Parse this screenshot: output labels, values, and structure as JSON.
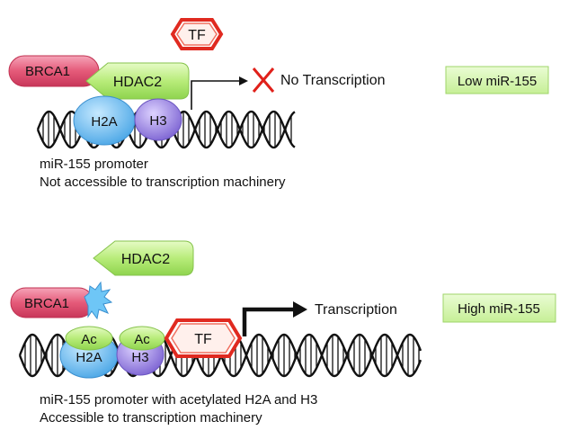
{
  "top": {
    "tf": "TF",
    "brca1": "BRCA1",
    "hdac2": "HDAC2",
    "h2a": "H2A",
    "h3": "H3",
    "no_transcription": "No Transcription",
    "result": "Low miR-155",
    "caption_line1": "miR-155 promoter",
    "caption_line2": "Not accessible to transcription machinery"
  },
  "bottom": {
    "hdac2": "HDAC2",
    "brca1": "BRCA1",
    "ac_left": "Ac",
    "ac_right": "Ac",
    "h2a": "H2A",
    "h3": "H3",
    "tf": "TF",
    "transcription": "Transcription",
    "result": "High miR-155",
    "caption_line1": "miR-155 promoter with acetylated H2A and H3",
    "caption_line2": "Accessible to transcription machinery"
  },
  "colors": {
    "brca1": "#e04f6e",
    "hdac2": "#b8ec7a",
    "h2a": "#6cc1f0",
    "h3": "#9b86e0",
    "tf_border": "#e02a20",
    "tf_fill": "#fff0ec",
    "result_fill": "#d6f5b0",
    "cross": "#e0201a"
  }
}
